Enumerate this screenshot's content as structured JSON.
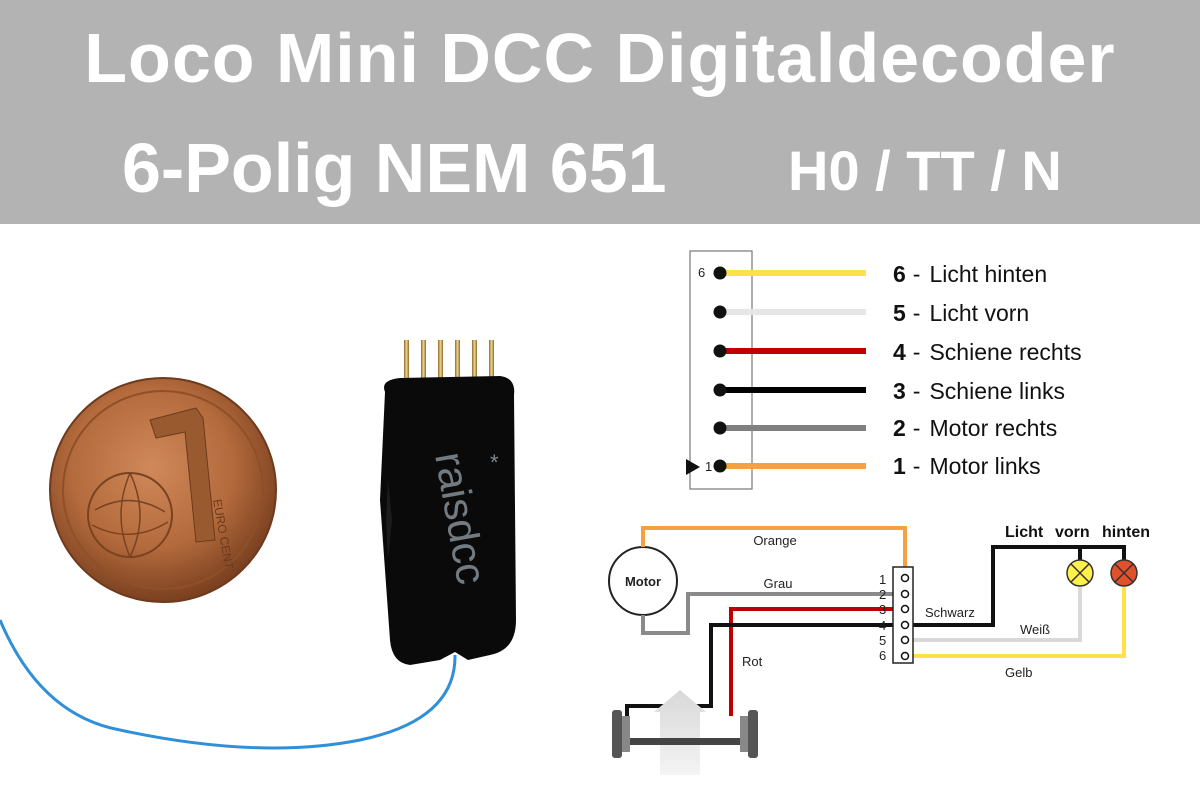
{
  "header": {
    "title_line1": "Loco Mini DCC Digitaldecoder",
    "title_line2": "6-Polig NEM 651",
    "scales": "H0 / TT /  N"
  },
  "photo": {
    "decoder_brand": "raisdcc",
    "coin_text": "1 CENT",
    "coin_marks": "EURO CENT"
  },
  "pinout": {
    "box_pin_top": "6",
    "box_pin_bottom": "1",
    "pins": [
      {
        "num": "6",
        "sep": "-",
        "label": "Licht  hinten",
        "color": "#ffe24a"
      },
      {
        "num": "5",
        "sep": "-",
        "label": "Licht  vorn",
        "color": "#e6e6e6"
      },
      {
        "num": "4",
        "sep": "-",
        "label": "Schiene rechts",
        "color": "#c00000"
      },
      {
        "num": "3",
        "sep": "-",
        "label": "Schiene links",
        "color": "#000000"
      },
      {
        "num": "2",
        "sep": "-",
        "label": "Motor rechts",
        "color": "#808080"
      },
      {
        "num": "1",
        "sep": "-",
        "label": "Motor links",
        "color": "#f5a042"
      }
    ]
  },
  "wiring": {
    "motor_label": "Motor",
    "wire_orange": "Orange",
    "wire_grau": "Grau",
    "wire_rot": "Rot",
    "wire_schwarz": "Schwarz",
    "wire_weiss": "Weiß",
    "wire_gelb": "Gelb",
    "licht_label": "Licht",
    "vorn_label": "vorn",
    "hinten_label": "hinten",
    "pin_numbers": [
      "1",
      "2",
      "3",
      "4",
      "5",
      "6"
    ]
  }
}
